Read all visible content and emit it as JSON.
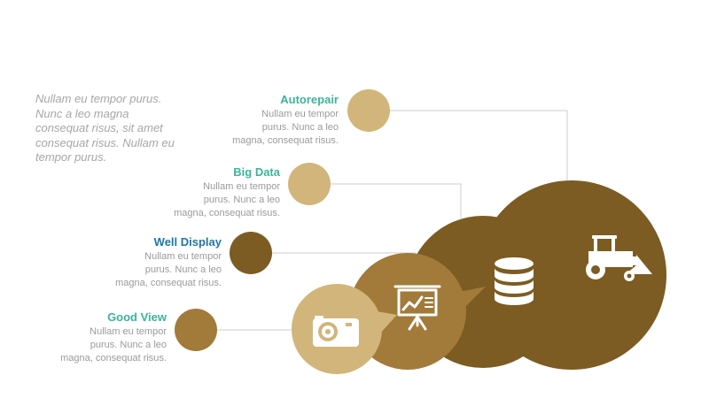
{
  "intro_text": "Nullam eu tempor purus. Nunc a leo magna consequat risus, sit amet consequat risus. Nullam eu tempor purus.",
  "items": [
    {
      "title": "Autorepair",
      "desc_lines": [
        "Nullam eu tempor",
        "purus. Nunc a leo",
        "magna, consequat risus."
      ],
      "title_color": "#3bb39b",
      "node_color": "#d2b57a",
      "icon": "bulldozer-icon"
    },
    {
      "title": "Big Data",
      "desc_lines": [
        "Nullam eu tempor",
        "purus. Nunc a leo",
        "magna, consequat risus."
      ],
      "title_color": "#3bb39b",
      "node_color": "#d2b57a",
      "icon": "database-icon"
    },
    {
      "title": "Well Display",
      "desc_lines": [
        "Nullam eu tempor",
        "purus. Nunc a leo",
        "magna, consequat risus."
      ],
      "title_color": "#1f77a4",
      "node_color": "#7c5c22",
      "icon": "presentation-board-icon"
    },
    {
      "title": "Good View",
      "desc_lines": [
        "Nullam eu tempor",
        "purus. Nunc a leo",
        "magna, consequat risus."
      ],
      "title_color": "#3bb39b",
      "node_color": "#a27a3a",
      "icon": "camera-icon"
    }
  ],
  "colors": {
    "dark_brown": "#7c5c22",
    "mid_brown": "#a27a3a",
    "light_tan": "#d2b57a",
    "connector": "#cccccc"
  }
}
